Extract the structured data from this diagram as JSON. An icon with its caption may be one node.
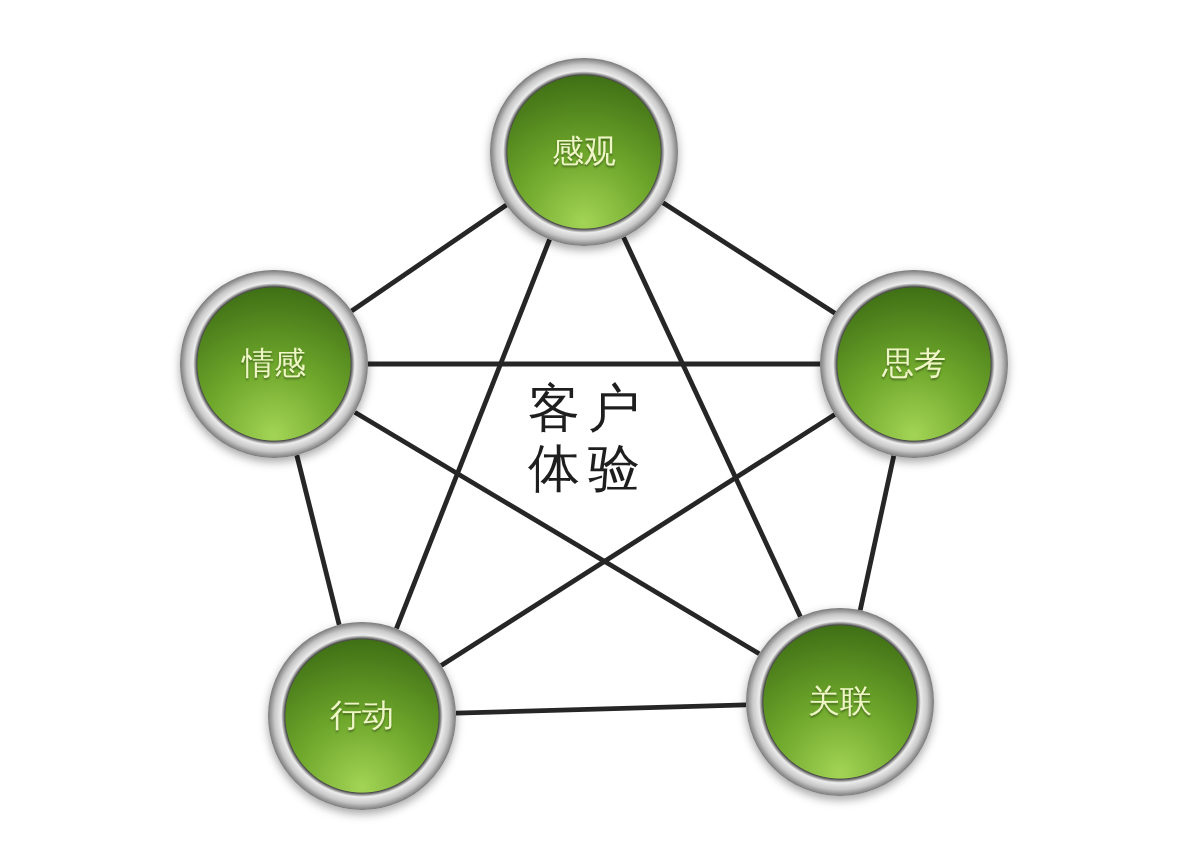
{
  "diagram": {
    "nodes": [
      {
        "text": [
          "感观"
        ]
      },
      {
        "text": [
          "情感"
        ]
      },
      {
        "text": [
          "思考"
        ]
      },
      {
        "text": [
          "行动"
        ]
      },
      {
        "text": [
          "关联"
        ]
      }
    ],
    "edges": [
      {
        "from": 0,
        "to": 1,
        "arrow": "none"
      },
      {
        "from": 0,
        "to": 2,
        "arrow": "none"
      },
      {
        "from": 0,
        "to": 3,
        "arrow": "none"
      },
      {
        "from": 0,
        "to": 4,
        "arrow": "none"
      },
      {
        "from": 1,
        "to": 2,
        "arrow": "none"
      },
      {
        "from": 1,
        "to": 3,
        "arrow": "none"
      },
      {
        "from": 1,
        "to": 4,
        "arrow": "none"
      },
      {
        "from": 2,
        "to": 3,
        "arrow": "none"
      },
      {
        "from": 2,
        "to": 4,
        "arrow": "none"
      },
      {
        "from": 3,
        "to": 4,
        "arrow": "none"
      }
    ],
    "labels": [
      "客户体验"
    ]
  }
}
